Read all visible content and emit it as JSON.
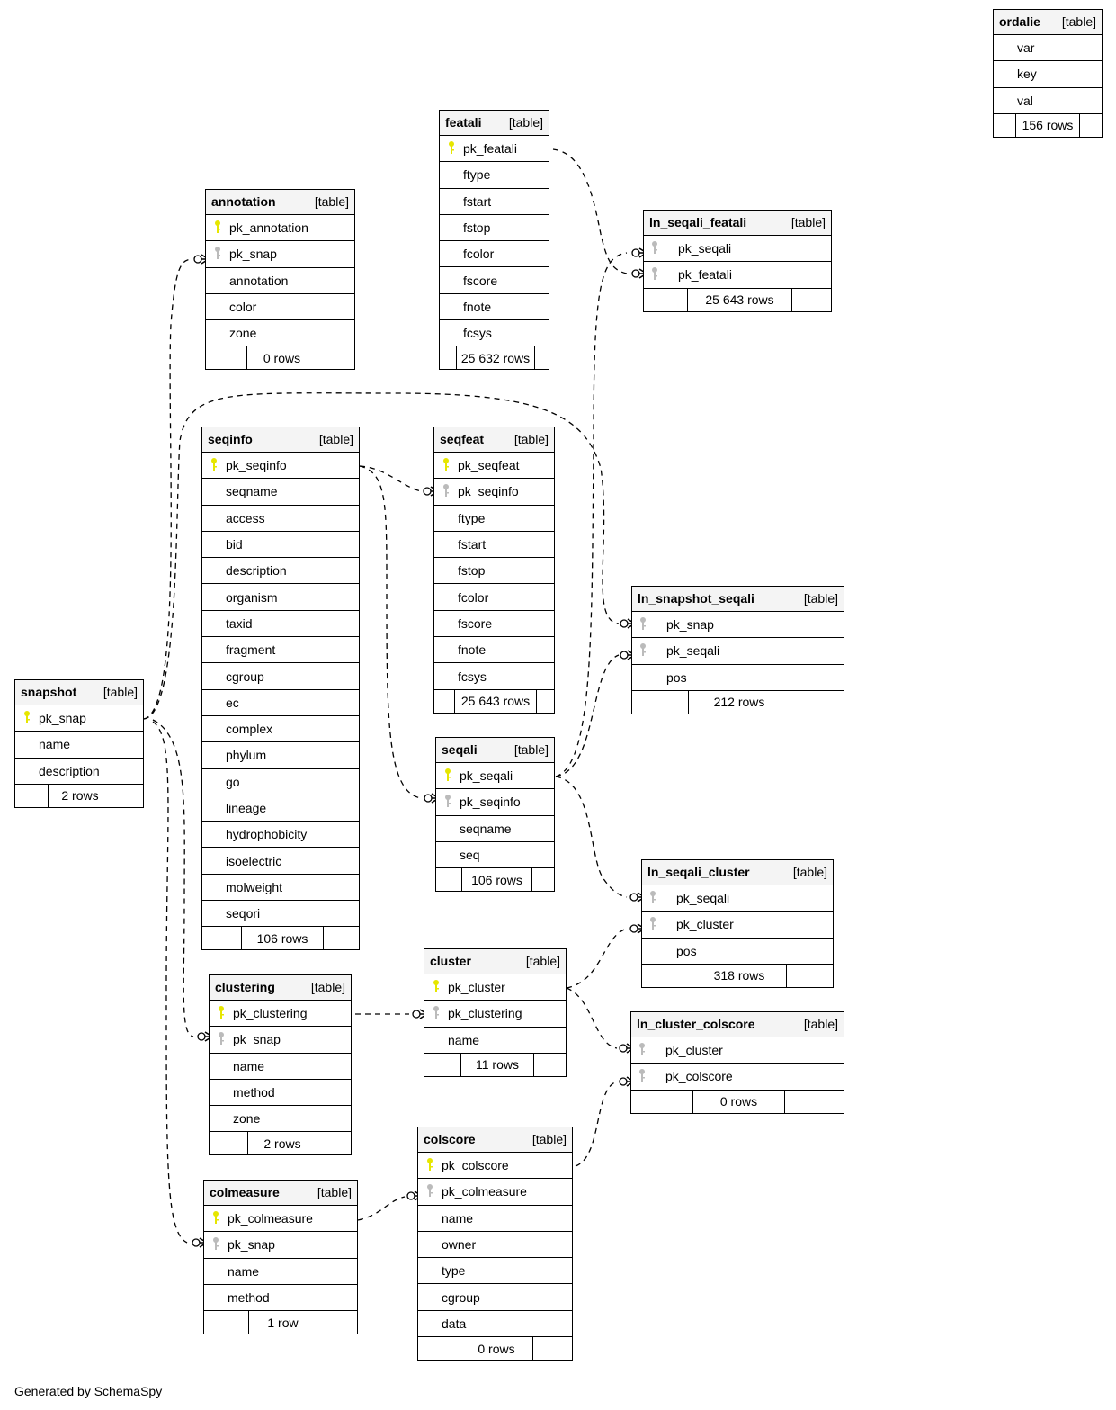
{
  "footer": "Generated by SchemaSpy",
  "colors": {
    "pk_key": "#e6e600",
    "fk_key": "#bbbbbb",
    "header_bg": "#f4f4f4",
    "border": "#000000"
  },
  "tables": {
    "ordalie": {
      "name": "ordalie",
      "type": "[table]",
      "columns": [
        {
          "name": "var",
          "key": "none"
        },
        {
          "name": "key",
          "key": "none"
        },
        {
          "name": "val",
          "key": "none"
        }
      ],
      "rows": "156 rows"
    },
    "featali": {
      "name": "featali",
      "type": "[table]",
      "columns": [
        {
          "name": "pk_featali",
          "key": "pk"
        },
        {
          "name": "ftype",
          "key": "none"
        },
        {
          "name": "fstart",
          "key": "none"
        },
        {
          "name": "fstop",
          "key": "none"
        },
        {
          "name": "fcolor",
          "key": "none"
        },
        {
          "name": "fscore",
          "key": "none"
        },
        {
          "name": "fnote",
          "key": "none"
        },
        {
          "name": "fcsys",
          "key": "none"
        }
      ],
      "rows": "25 632 rows"
    },
    "annotation": {
      "name": "annotation",
      "type": "[table]",
      "columns": [
        {
          "name": "pk_annotation",
          "key": "pk"
        },
        {
          "name": "pk_snap",
          "key": "fk"
        },
        {
          "name": "annotation",
          "key": "none"
        },
        {
          "name": "color",
          "key": "none"
        },
        {
          "name": "zone",
          "key": "none"
        }
      ],
      "rows": "0 rows"
    },
    "ln_seqali_featali": {
      "name": "ln_seqali_featali",
      "type": "[table]",
      "columns": [
        {
          "name": "pk_seqali",
          "key": "fk"
        },
        {
          "name": "pk_featali",
          "key": "fk"
        }
      ],
      "rows": "25 643 rows"
    },
    "seqinfo": {
      "name": "seqinfo",
      "type": "[table]",
      "columns": [
        {
          "name": "pk_seqinfo",
          "key": "pk"
        },
        {
          "name": "seqname",
          "key": "none"
        },
        {
          "name": "access",
          "key": "none"
        },
        {
          "name": "bid",
          "key": "none"
        },
        {
          "name": "description",
          "key": "none"
        },
        {
          "name": "organism",
          "key": "none"
        },
        {
          "name": "taxid",
          "key": "none"
        },
        {
          "name": "fragment",
          "key": "none"
        },
        {
          "name": "cgroup",
          "key": "none"
        },
        {
          "name": "ec",
          "key": "none"
        },
        {
          "name": "complex",
          "key": "none"
        },
        {
          "name": "phylum",
          "key": "none"
        },
        {
          "name": "go",
          "key": "none"
        },
        {
          "name": "lineage",
          "key": "none"
        },
        {
          "name": "hydrophobicity",
          "key": "none"
        },
        {
          "name": "isoelectric",
          "key": "none"
        },
        {
          "name": "molweight",
          "key": "none"
        },
        {
          "name": "seqori",
          "key": "none"
        }
      ],
      "rows": "106 rows"
    },
    "seqfeat": {
      "name": "seqfeat",
      "type": "[table]",
      "columns": [
        {
          "name": "pk_seqfeat",
          "key": "pk"
        },
        {
          "name": "pk_seqinfo",
          "key": "fk"
        },
        {
          "name": "ftype",
          "key": "none"
        },
        {
          "name": "fstart",
          "key": "none"
        },
        {
          "name": "fstop",
          "key": "none"
        },
        {
          "name": "fcolor",
          "key": "none"
        },
        {
          "name": "fscore",
          "key": "none"
        },
        {
          "name": "fnote",
          "key": "none"
        },
        {
          "name": "fcsys",
          "key": "none"
        }
      ],
      "rows": "25 643 rows"
    },
    "ln_snapshot_seqali": {
      "name": "ln_snapshot_seqali",
      "type": "[table]",
      "columns": [
        {
          "name": "pk_snap",
          "key": "fk"
        },
        {
          "name": "pk_seqali",
          "key": "fk"
        },
        {
          "name": "pos",
          "key": "none"
        }
      ],
      "rows": "212 rows"
    },
    "snapshot": {
      "name": "snapshot",
      "type": "[table]",
      "columns": [
        {
          "name": "pk_snap",
          "key": "pk"
        },
        {
          "name": "name",
          "key": "none"
        },
        {
          "name": "description",
          "key": "none"
        }
      ],
      "rows": "2 rows"
    },
    "seqali": {
      "name": "seqali",
      "type": "[table]",
      "columns": [
        {
          "name": "pk_seqali",
          "key": "pk"
        },
        {
          "name": "pk_seqinfo",
          "key": "fk"
        },
        {
          "name": "seqname",
          "key": "none"
        },
        {
          "name": "seq",
          "key": "none"
        }
      ],
      "rows": "106 rows"
    },
    "ln_seqali_cluster": {
      "name": "ln_seqali_cluster",
      "type": "[table]",
      "columns": [
        {
          "name": "pk_seqali",
          "key": "fk"
        },
        {
          "name": "pk_cluster",
          "key": "fk"
        },
        {
          "name": "pos",
          "key": "none"
        }
      ],
      "rows": "318 rows"
    },
    "cluster": {
      "name": "cluster",
      "type": "[table]",
      "columns": [
        {
          "name": "pk_cluster",
          "key": "pk"
        },
        {
          "name": "pk_clustering",
          "key": "fk"
        },
        {
          "name": "name",
          "key": "none"
        }
      ],
      "rows": "11 rows"
    },
    "clustering": {
      "name": "clustering",
      "type": "[table]",
      "columns": [
        {
          "name": "pk_clustering",
          "key": "pk"
        },
        {
          "name": "pk_snap",
          "key": "fk"
        },
        {
          "name": "name",
          "key": "none"
        },
        {
          "name": "method",
          "key": "none"
        },
        {
          "name": "zone",
          "key": "none"
        }
      ],
      "rows": "2 rows"
    },
    "ln_cluster_colscore": {
      "name": "ln_cluster_colscore",
      "type": "[table]",
      "columns": [
        {
          "name": "pk_cluster",
          "key": "fk"
        },
        {
          "name": "pk_colscore",
          "key": "fk"
        }
      ],
      "rows": "0 rows"
    },
    "colscore": {
      "name": "colscore",
      "type": "[table]",
      "columns": [
        {
          "name": "pk_colscore",
          "key": "pk"
        },
        {
          "name": "pk_colmeasure",
          "key": "fk"
        },
        {
          "name": "name",
          "key": "none"
        },
        {
          "name": "owner",
          "key": "none"
        },
        {
          "name": "type",
          "key": "none"
        },
        {
          "name": "cgroup",
          "key": "none"
        },
        {
          "name": "data",
          "key": "none"
        }
      ],
      "rows": "0 rows"
    },
    "colmeasure": {
      "name": "colmeasure",
      "type": "[table]",
      "columns": [
        {
          "name": "pk_colmeasure",
          "key": "pk"
        },
        {
          "name": "pk_snap",
          "key": "fk"
        },
        {
          "name": "name",
          "key": "none"
        },
        {
          "name": "method",
          "key": "none"
        }
      ],
      "rows": "1 row"
    }
  },
  "relationships": [
    {
      "from": "snapshot.pk_snap",
      "to": "annotation.pk_snap"
    },
    {
      "from": "snapshot.pk_snap",
      "to": "ln_snapshot_seqali.pk_snap"
    },
    {
      "from": "snapshot.pk_snap",
      "to": "clustering.pk_snap"
    },
    {
      "from": "snapshot.pk_snap",
      "to": "colmeasure.pk_snap"
    },
    {
      "from": "featali.pk_featali",
      "to": "ln_seqali_featali.pk_featali"
    },
    {
      "from": "seqali.pk_seqali",
      "to": "ln_seqali_featali.pk_seqali"
    },
    {
      "from": "seqali.pk_seqali",
      "to": "ln_snapshot_seqali.pk_seqali"
    },
    {
      "from": "seqali.pk_seqali",
      "to": "ln_seqali_cluster.pk_seqali"
    },
    {
      "from": "seqinfo.pk_seqinfo",
      "to": "seqfeat.pk_seqinfo"
    },
    {
      "from": "seqinfo.pk_seqinfo",
      "to": "seqali.pk_seqinfo"
    },
    {
      "from": "clustering.pk_clustering",
      "to": "cluster.pk_clustering"
    },
    {
      "from": "cluster.pk_cluster",
      "to": "ln_seqali_cluster.pk_cluster"
    },
    {
      "from": "cluster.pk_cluster",
      "to": "ln_cluster_colscore.pk_cluster"
    },
    {
      "from": "colscore.pk_colscore",
      "to": "ln_cluster_colscore.pk_colscore"
    },
    {
      "from": "colmeasure.pk_colmeasure",
      "to": "colscore.pk_colmeasure"
    }
  ]
}
